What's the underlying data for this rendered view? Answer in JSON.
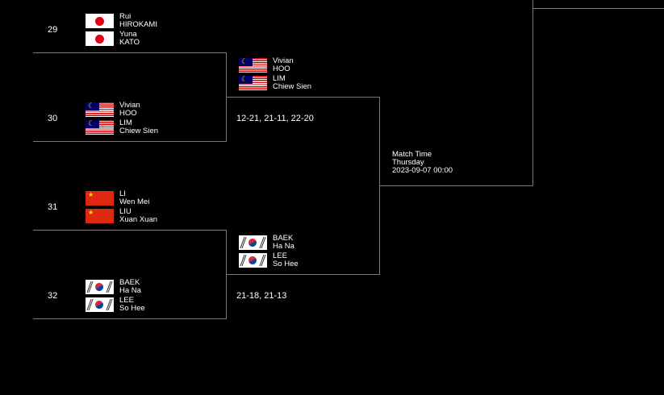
{
  "round1": [
    {
      "seed": "29",
      "p1": {
        "flag": "japan-flag",
        "first": "Rui",
        "last": "HIROKAMI"
      },
      "p2": {
        "flag": "japan-flag",
        "first": "Yuna",
        "last": "KATO"
      }
    },
    {
      "seed": "30",
      "p1": {
        "flag": "malaysia-flag",
        "first": "Vivian",
        "last": "HOO"
      },
      "p2": {
        "flag": "malaysia-flag",
        "first": "LIM",
        "last": "Chiew Sien"
      }
    },
    {
      "seed": "31",
      "p1": {
        "flag": "china-flag",
        "first": "LI",
        "last": "Wen Mei"
      },
      "p2": {
        "flag": "china-flag",
        "first": "LIU",
        "last": "Xuan Xuan"
      }
    },
    {
      "seed": "32",
      "p1": {
        "flag": "korea-flag",
        "first": "BAEK",
        "last": "Ha Na"
      },
      "p2": {
        "flag": "korea-flag",
        "first": "LEE",
        "last": "So Hee"
      }
    }
  ],
  "round2": [
    {
      "p1": {
        "flag": "malaysia-flag",
        "first": "Vivian",
        "last": "HOO"
      },
      "p2": {
        "flag": "malaysia-flag",
        "first": "LIM",
        "last": "Chiew Sien"
      },
      "score": "12-21, 21-11, 22-20"
    },
    {
      "p1": {
        "flag": "korea-flag",
        "first": "BAEK",
        "last": "Ha Na"
      },
      "p2": {
        "flag": "korea-flag",
        "first": "LEE",
        "last": "So Hee"
      },
      "score": "21-18, 21-13"
    }
  ],
  "round3": {
    "label": "Match Time",
    "day": "Thursday",
    "datetime": "2023-09-07 00:00"
  }
}
